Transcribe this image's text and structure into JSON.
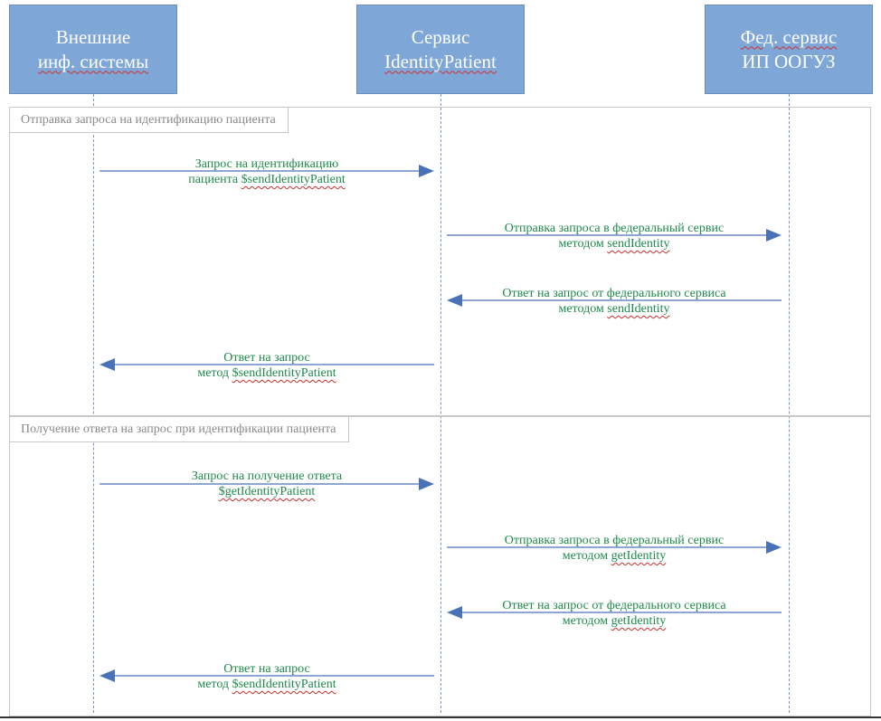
{
  "participants": [
    {
      "line1": "Внешние",
      "line2": "инф. системы"
    },
    {
      "line1": "Сервис",
      "line2": "IdentityPatient"
    },
    {
      "line1": "Фед. сервис",
      "line2": "ИП ООГУЗ"
    }
  ],
  "frames": [
    {
      "label": "Отправка запроса на идентификацию пациента"
    },
    {
      "label": "Получение ответа на запрос при идентификации пациента"
    }
  ],
  "messages": [
    {
      "from": "Внешние инф. системы",
      "to": "Сервис IdentityPatient",
      "line1": "Запрос на идентификацию",
      "line2_prefix": "пациента ",
      "line2_method": "$sendIdentityPatient"
    },
    {
      "from": "Сервис IdentityPatient",
      "to": "Фед. сервис ИП ООГУЗ",
      "line1": "Отправка запроса в федеральный сервис",
      "line2_prefix": "методом ",
      "line2_method": "sendIdentity"
    },
    {
      "from": "Фед. сервис ИП ООГУЗ",
      "to": "Сервис IdentityPatient",
      "line1": "Ответ на запрос от федерального сервиса",
      "line2_prefix": "методом ",
      "line2_method": "sendIdentity"
    },
    {
      "from": "Сервис IdentityPatient",
      "to": "Внешние инф. системы",
      "line1": "Ответ на запрос",
      "line2_prefix": "метод ",
      "line2_method": "$sendIdentityPatient"
    },
    {
      "from": "Внешние инф. системы",
      "to": "Сервис IdentityPatient",
      "line1": "Запрос на получение ответа",
      "line2_prefix": "",
      "line2_method": "$getIdentityPatient"
    },
    {
      "from": "Сервис IdentityPatient",
      "to": "Фед. сервис ИП ООГУЗ",
      "line1": "Отправка запроса в федеральный сервис",
      "line2_prefix": "методом ",
      "line2_method": "getIdentity"
    },
    {
      "from": "Фед. сервис ИП ООГУЗ",
      "to": "Сервис IdentityPatient",
      "line1": "Ответ на запрос от федерального сервиса",
      "line2_prefix": "методом ",
      "line2_method": "getIdentity"
    },
    {
      "from": "Сервис IdentityPatient",
      "to": "Внешние инф. системы",
      "line1": "Ответ на запрос",
      "line2_prefix": "метод ",
      "line2_method": "$sendIdentityPatient"
    }
  ],
  "colors": {
    "participant_fill": "#7ea6d6",
    "arrow": "#4a72b8",
    "message_text": "#1f8a4c",
    "frame_border": "#c8c8c8"
  }
}
